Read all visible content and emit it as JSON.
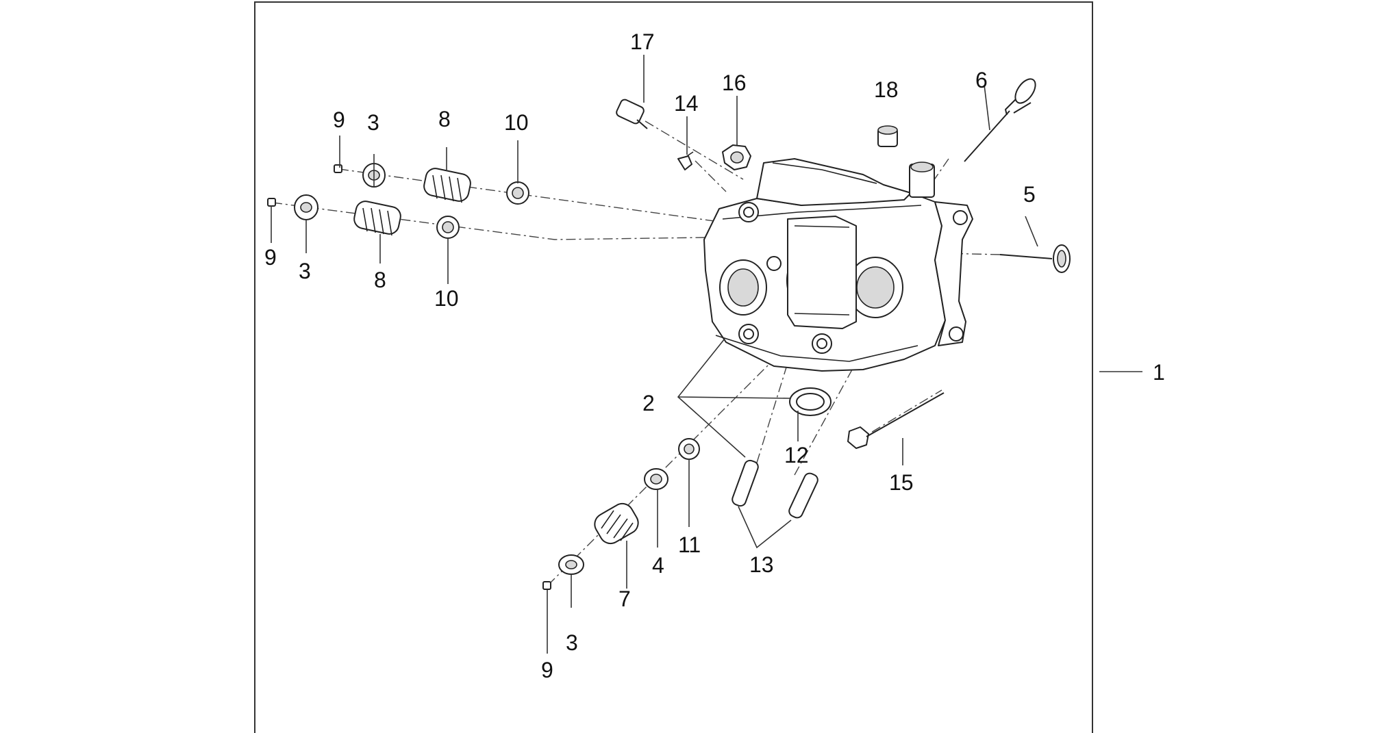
{
  "callouts": [
    {
      "id": "c1",
      "label": "1"
    },
    {
      "id": "c2",
      "label": "2"
    },
    {
      "id": "c3a",
      "label": "3"
    },
    {
      "id": "c3b",
      "label": "3"
    },
    {
      "id": "c3c",
      "label": "3"
    },
    {
      "id": "c4",
      "label": "4"
    },
    {
      "id": "c5",
      "label": "5"
    },
    {
      "id": "c6",
      "label": "6"
    },
    {
      "id": "c7",
      "label": "7"
    },
    {
      "id": "c8a",
      "label": "8"
    },
    {
      "id": "c8b",
      "label": "8"
    },
    {
      "id": "c9a",
      "label": "9"
    },
    {
      "id": "c9b",
      "label": "9"
    },
    {
      "id": "c9c",
      "label": "9"
    },
    {
      "id": "c10a",
      "label": "10"
    },
    {
      "id": "c10b",
      "label": "10"
    },
    {
      "id": "c11",
      "label": "11"
    },
    {
      "id": "c12",
      "label": "12"
    },
    {
      "id": "c13",
      "label": "13"
    },
    {
      "id": "c14",
      "label": "14"
    },
    {
      "id": "c15",
      "label": "15"
    },
    {
      "id": "c16",
      "label": "16"
    },
    {
      "id": "c17",
      "label": "17"
    },
    {
      "id": "c18",
      "label": "18"
    }
  ]
}
